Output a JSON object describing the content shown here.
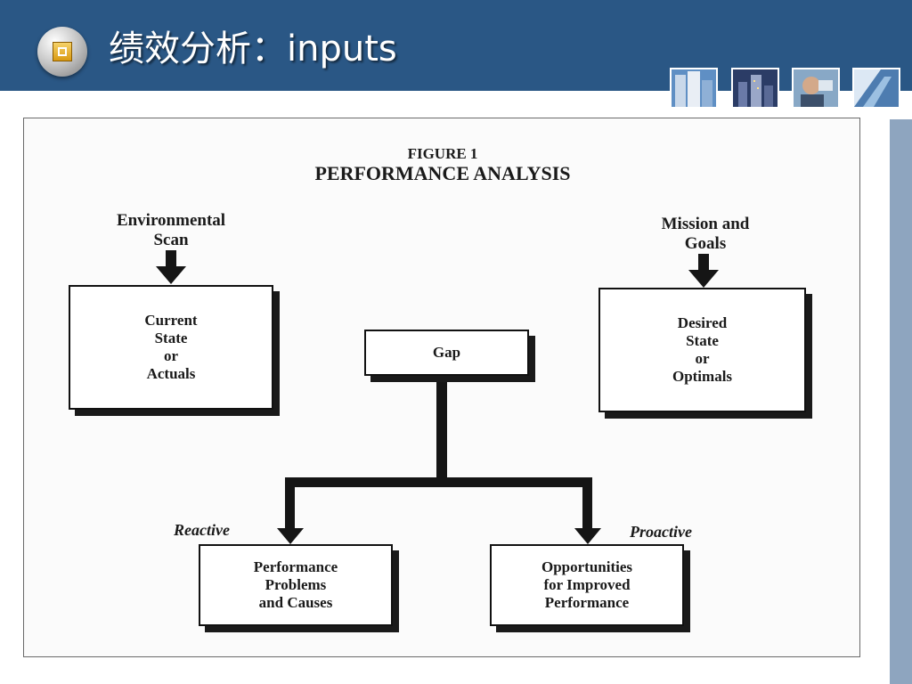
{
  "slide": {
    "title": "绩效分析：inputs",
    "colors": {
      "header": "#2a5785",
      "side_strip": "#8ea5bf"
    }
  },
  "figure": {
    "caption": "FIGURE 1",
    "title": "PERFORMANCE ANALYSIS",
    "inputs": {
      "left": "Environmental\nScan",
      "right": "Mission and\nGoals"
    },
    "boxes": {
      "current": "Current\nState\nor\nActuals",
      "gap": "Gap",
      "desired": "Desired\nState\nor\nOptimals",
      "problems": "Performance\nProblems\nand Causes",
      "opportunities": "Opportunities\nfor Improved\nPerformance"
    },
    "branch_labels": {
      "reactive": "Reactive",
      "proactive": "Proactive"
    }
  }
}
